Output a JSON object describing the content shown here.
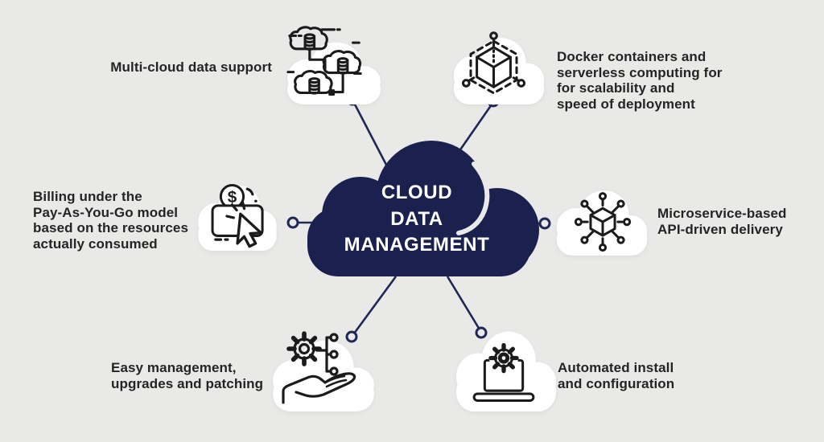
{
  "title": {
    "lines": [
      "CLOUD",
      "DATA",
      "MANAGEMENT"
    ]
  },
  "colors": {
    "background": "#e9e9e7",
    "central_cloud": "#1a214f",
    "connector": "#1e2756",
    "icon_stroke": "#1b1b1b",
    "label_text": "#242424",
    "title_text": "#ffffff",
    "node_background": "#ffffff"
  },
  "nodes": [
    {
      "id": "multi-cloud",
      "icon": "multi-cloud-database-icon",
      "label_lines": [
        "Multi-cloud data support"
      ]
    },
    {
      "id": "docker-serverless",
      "icon": "container-cube-icon",
      "label_lines": [
        "Docker containers and",
        "serverless computing for",
        "for scalability and",
        "speed of deployment"
      ]
    },
    {
      "id": "billing",
      "icon": "pay-per-use-click-icon",
      "label_lines": [
        "Billing under the",
        "Pay-As-You-Go model",
        "based on the resources",
        "actually consumed"
      ]
    },
    {
      "id": "microservice",
      "icon": "microservice-hub-icon",
      "label_lines": [
        "Microservice-based",
        "API-driven delivery"
      ]
    },
    {
      "id": "easy-management",
      "icon": "hand-gear-icon",
      "label_lines": [
        "Easy management,",
        "upgrades and patching"
      ]
    },
    {
      "id": "automated-install",
      "icon": "laptop-gear-icon",
      "label_lines": [
        "Automated install",
        "and configuration"
      ]
    }
  ]
}
